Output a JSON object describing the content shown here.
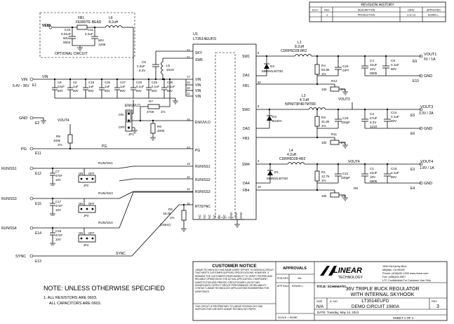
{
  "revision": {
    "title": "REVISION HISTORY",
    "headers": [
      "ECO",
      "REV",
      "DESCRIPTION",
      "DATE",
      "APPROVED"
    ],
    "row": [
      "",
      "3",
      "PRODUCTION",
      "3-11-13",
      "EDWIN L."
    ]
  },
  "optional": {
    "label": "OPTIONAL CIRCUIT",
    "vemi": "VEMI",
    "fb1": "FB1",
    "fb1_desc": "FERRITE BEAD",
    "l6": "L6",
    "l6_val": "8.2uH",
    "c10": [
      "C10",
      "0.01uF",
      "50V",
      "0603"
    ],
    "c11": [
      "C11",
      "2.2uF",
      "50V",
      "1206"
    ]
  },
  "ic": {
    "ref": "U1",
    "part": "LT3514EUFD",
    "pins_left": [
      "SKY",
      "SW5",
      "VIN",
      "VIN",
      "VIN",
      "VIN",
      "EN/UVLO",
      "PG",
      "RUN/SS1",
      "RUN/SS2",
      "RUN/SS3",
      "RT/SYNC"
    ],
    "pins_left_nums": [
      "22",
      "21",
      "17",
      "12",
      "10",
      "11",
      "15",
      "23",
      "13",
      "12",
      "14",
      "16"
    ],
    "pins_right": [
      "SW1",
      "DA1",
      "FB1",
      "SW3",
      "DA3",
      "FB3",
      "SW4",
      "DA4",
      "FB4"
    ],
    "pins_right_nums": [
      "5",
      "",
      "20",
      "9",
      "",
      "",
      "3",
      "",
      "19"
    ],
    "pins_bottom": [
      "NC",
      "NC",
      "NC",
      "NC",
      "NC",
      "NC",
      "GND",
      "GND",
      "GND"
    ]
  },
  "vin": {
    "label": "VIN",
    "range": "5.4V - 36V",
    "e1": "E1",
    "gnd_label": "GND",
    "e2": "E2",
    "caps": [
      [
        "C8",
        "22uF",
        "50V"
      ],
      [
        "C6",
        "1uF",
        "50V"
      ],
      [
        "C19",
        "1uF",
        "50V"
      ],
      [
        "C26",
        "1uF",
        "50V"
      ],
      [
        "C27",
        "1uF",
        "50V"
      ],
      [
        "C20",
        "0.1uF",
        "50V"
      ],
      [
        "C25",
        "0.1uF",
        "50V"
      ],
      [
        "C28",
        "0.1uF",
        "50V"
      ]
    ],
    "c5": [
      "C5",
      "2.2uF",
      "6.3V"
    ],
    "l5": [
      "L5",
      "10uH"
    ]
  },
  "en": {
    "label": "EN/UVLO",
    "on": "ON",
    "off": "OFF",
    "jp1": "JP1",
    "r7": [
      "R7",
      "475K",
      "1%"
    ],
    "r6": [
      "R6",
      "200K"
    ]
  },
  "pg": {
    "label": "PG",
    "e11": "E11",
    "vout4": "VOUT4",
    "r8": [
      "R8",
      "100k",
      "1%"
    ]
  },
  "runs": [
    {
      "label": "RUN/SS1",
      "e": "E12",
      "cap": [
        "C7",
        "47nF",
        "10V"
      ],
      "jp": "JP2",
      "net": "RUN/SS1"
    },
    {
      "label": "RUN/SS3",
      "e": "E15",
      "cap": [
        "C17",
        "47nF",
        "10V"
      ],
      "jp": "JP3",
      "net": "RUN/SS3"
    },
    {
      "label": "RUN/SS4",
      "e": "E14",
      "cap": [
        "C18",
        "47nF",
        "10V"
      ],
      "jp": "JP4",
      "net": "RUN/SS4"
    }
  ],
  "sync": {
    "label": "SYNC",
    "e13": "E13",
    "r5": [
      "R5",
      "18.2k",
      "1%"
    ],
    "freq": "(1MHz)"
  },
  "out1": {
    "l1": [
      "L1",
      "8.2uH",
      "CDRH5D28-8R2"
    ],
    "d4": [
      "D4",
      "MBRM140T3G"
    ],
    "r4": [
      "R4",
      "53.6k",
      "1%"
    ],
    "c24": [
      "C24",
      "OPT"
    ],
    "c4": [
      "C4",
      "22uF",
      "10V",
      "0805"
    ],
    "c9": [
      "C9",
      "0.1uF",
      "50V"
    ],
    "r12": [
      "R12",
      "10k",
      "1%"
    ],
    "vout": "VOUT1",
    "spec": "5V / 1A",
    "e9": "E9",
    "e10": "E10",
    "gnd": "GND"
  },
  "out3": {
    "l3": [
      "L3",
      "4.7uH",
      "NPIM73P4R7MTRF"
    ],
    "d3": [
      "D3",
      "B240A"
    ],
    "r3": [
      "R3",
      "31.6k",
      "1%"
    ],
    "c23": [
      "C23",
      "100pF"
    ],
    "c3": [
      "C3",
      "47uF",
      "6.3V",
      "1210"
    ],
    "c14": [
      "C14",
      "0.1uF",
      "50V"
    ],
    "r11": [
      "R11",
      "10k",
      "1%"
    ],
    "vout": "VOUT3",
    "vout_top": "VOUT3",
    "spec": "3.3V / 2A",
    "e5": "E5",
    "e6": "E6",
    "gnd": "GND"
  },
  "out4": {
    "l4": [
      "L4",
      "4.2uH",
      "CDRH5D28-4R2"
    ],
    "d1": [
      "D1",
      "MBRM140T3G"
    ],
    "r1": [
      "R1",
      "12.7k",
      "1%"
    ],
    "c21": [
      "C21",
      "330pF"
    ],
    "c1": [
      "C1",
      "22uF",
      "10V",
      "0805"
    ],
    "c15": [
      "C15",
      "0.1uF",
      "50V"
    ],
    "r9": [
      "R9",
      "10k",
      "1%"
    ],
    "vout": "VOUT4",
    "vout_top": "VOUT4",
    "spec": "1.8V / 1A",
    "e3": "E3",
    "e4": "E4",
    "gnd": "GND"
  },
  "notes": {
    "title": "NOTE: UNLESS OTHERWISE SPECIFIED",
    "lines": [
      "1.  ALL RESISTORS ARE 0603.",
      "ALL CAPACITORS ARE 0603."
    ]
  },
  "customer_notice": {
    "title": "CUSTOMER NOTICE",
    "body": "LINEAR TECHNOLOGY HAS MADE A BEST EFFORT TO DESIGN A CIRCUIT THAT MEETS CUSTOMER-SUPPLIED SPECIFICATIONS; HOWEVER, IT REMAINS THE CUSTOMER'S RESPONSIBILITY TO VERIFY PROPER AND RELIABLE OPERATION IN THE ACTUAL APPLICATION. COMPONENT SUBSTITUTION AND PRINTED CIRCUIT BOARD LAYOUT MAY SIGNIFICANTLY AFFECT CIRCUIT PERFORMANCE OR RELIABILITY. CONTACT LINEAR TECHNOLOGY APPLICATIONS ENGINEERING FOR ASSISTANCE.",
    "prop": "THIS CIRCUIT IS PROPRIETARY TO LINEAR TECHNOLOGY AND SUPPLIED FOR USE WITH LINEAR TECHNOLOGY PARTS."
  },
  "approvals": {
    "title": "APPROVALS",
    "pcb_des": "PCB DES.",
    "pcb_des_val": "JW",
    "app_eng": "APP ENG.",
    "app_eng_val": "EDWIN L."
  },
  "company": {
    "name": "LINEAR",
    "sub": "TECHNOLOGY",
    "address": [
      "1630 McCarthy Blvd.",
      "Milpitas, CA 95035",
      "Phone: (408)432-1900  www.linear.com",
      "Fax: (408)434-0507",
      "LTC Confidential-For Customer Use Only"
    ]
  },
  "title_block": {
    "title_label": "TITLE: SCHEMATIC",
    "title1": "36V TRIPLE BUCK REGULATOR",
    "title2": "WITH INTERNAL SKYHOOK",
    "size_label": "SIZE",
    "size": "N/A",
    "ic_no_label": "IC NO.",
    "ic_no": "LT3514EUFD",
    "demo": "DEMO CIRCUIT 1980A",
    "rev_label": "REV.",
    "rev": "3",
    "scale": "SCALE = NONE",
    "date": "DATE: Tuesday, May 14, 2013",
    "sheet": "SHEET   1   OF   1"
  }
}
